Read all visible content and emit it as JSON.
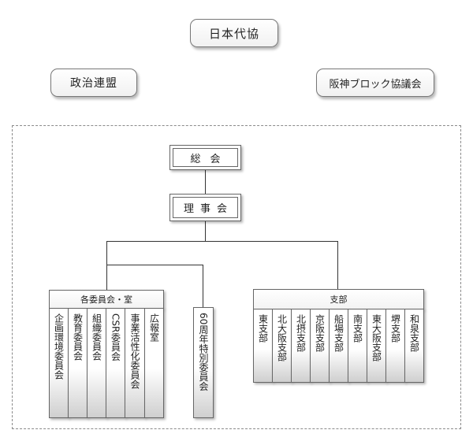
{
  "top": {
    "kyokai": "日本代協",
    "renmei": "政治連盟",
    "hanshin": "阪神ブロック協議会"
  },
  "org": {
    "sokai": "総会",
    "rijikai": "理事会",
    "committees": {
      "header": "各委員会・室",
      "items": [
        "企画環境委員会",
        "教育委員会",
        "組織委員会",
        "CSR委員会",
        "事業活性化委員会",
        "広報室"
      ]
    },
    "anniversary": "60周年特別委員会",
    "branches": {
      "header": "支部",
      "items": [
        "東支部",
        "北大阪支部",
        "北摂支部",
        "京阪支部",
        "船場支部",
        "南支部",
        "東大阪支部",
        "堺支部",
        "和泉支部"
      ]
    }
  }
}
